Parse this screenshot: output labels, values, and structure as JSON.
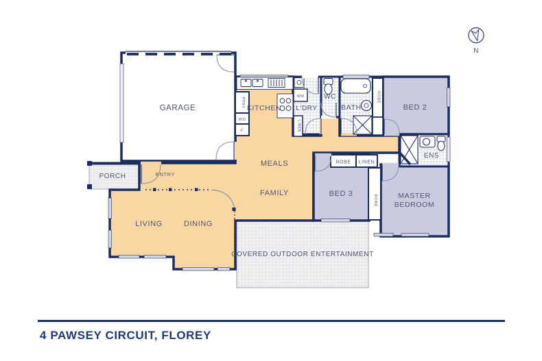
{
  "footer": {
    "title": "4 PAWSEY CIRCUIT, FLOREY"
  },
  "compass": {
    "north_label": "N"
  },
  "floorplan": {
    "rooms": {
      "garage": "GARAGE",
      "porch": "PORCH",
      "entry": "ENTRY",
      "kitchen": "KITCHEN",
      "pantry": "PTRY",
      "wall_oven": "WO",
      "fridge": "F",
      "laundry": "L'DRY",
      "washing_machine": "WM",
      "linen_hall": "LINEN",
      "wc": "WC",
      "bath": "BATH",
      "robe_bed2": "ROBE",
      "bed2": "BED 2",
      "ensuite": "ENS",
      "robe_bed3": "ROBE",
      "linen_bed3": "LINEN",
      "bed3": "BED 3",
      "robe_master": "ROBE",
      "master_bedroom_line1": "MASTER",
      "master_bedroom_line2": "BEDROOM",
      "meals": "MEALS",
      "family": "FAMILY",
      "living": "LIVING",
      "dining": "DINING",
      "outdoor": "COVERED OUTDOOR ENTERTAINMENT"
    },
    "colors": {
      "wall": "#1b2d5e",
      "living_zone": "#fad7a2",
      "bedroom_zone": "#cbcbdf",
      "label": "#4b5578",
      "title": "#1f3b73"
    }
  }
}
